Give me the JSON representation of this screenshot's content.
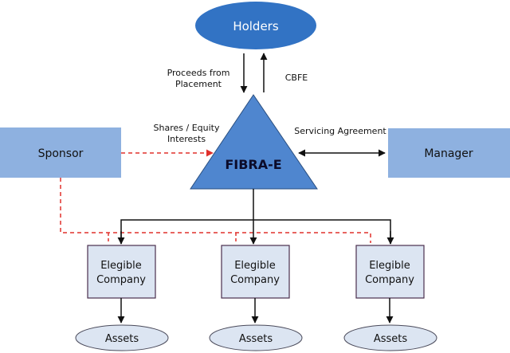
{
  "diagram": {
    "nodes": {
      "holders": {
        "label": "Holders",
        "shape": "ellipse",
        "fill": "#3273C4",
        "text_color": "#ffffff"
      },
      "fibra": {
        "label": "FIBRA-E",
        "shape": "triangle",
        "fill": "#4F86CF",
        "text_color": "#0b0b2a"
      },
      "sponsor": {
        "label": "Sponsor",
        "shape": "rectangle",
        "fill": "#8EB1E0"
      },
      "manager": {
        "label": "Manager",
        "shape": "rectangle",
        "fill": "#8EB1E0"
      },
      "companies": [
        {
          "line1": "Elegible",
          "line2": "Company"
        },
        {
          "line1": "Elegible",
          "line2": "Company"
        },
        {
          "line1": "Elegible",
          "line2": "Company"
        }
      ],
      "assets": [
        {
          "label": "Assets"
        },
        {
          "label": "Assets"
        },
        {
          "label": "Assets"
        }
      ]
    },
    "edges": {
      "proceeds": {
        "line1": "Proceeds from",
        "line2": "Placement",
        "from": "holders",
        "to": "fibra"
      },
      "cbfe": {
        "label": "CBFE",
        "from": "fibra",
        "to": "holders"
      },
      "shares": {
        "line1": "Shares / Equity",
        "line2": "Interests",
        "from": "sponsor",
        "to": "fibra",
        "style": "dashed-red"
      },
      "servicing": {
        "label": "Servicing Agreement",
        "between": [
          "fibra",
          "manager"
        ],
        "style": "bidirectional"
      }
    },
    "colors": {
      "company_fill": "#DCE5F2",
      "company_border": "#4A2E4E",
      "assets_fill": "#DCE5F2",
      "dashed": "#E0302B",
      "arrow": "#111111"
    }
  }
}
